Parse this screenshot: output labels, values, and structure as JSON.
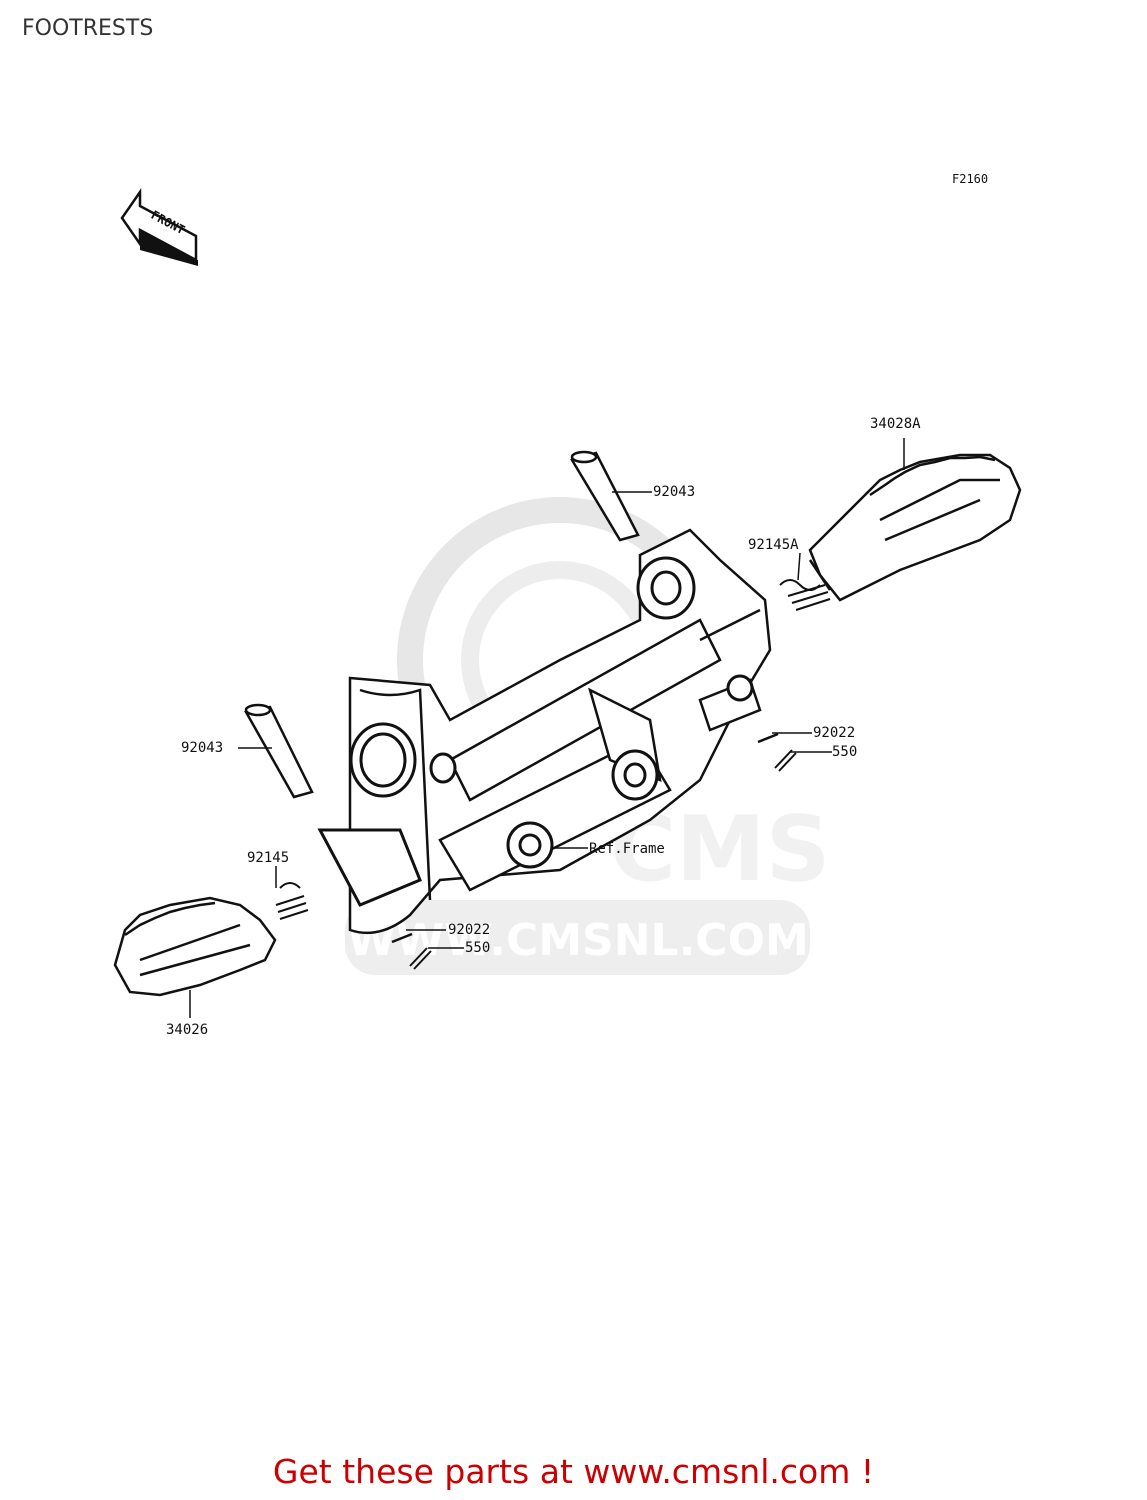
{
  "page": {
    "title": "FOOTRESTS"
  },
  "diagram": {
    "figure_code": "F2160",
    "front_indicator": "FRONT",
    "watermark": "WWW.CMSNL.COM",
    "labels": [
      {
        "id": "pin-right",
        "text": "92043"
      },
      {
        "id": "footrest-right",
        "text": "34028A"
      },
      {
        "id": "spring-right",
        "text": "92145A"
      },
      {
        "id": "cotter-right",
        "text": "92022"
      },
      {
        "id": "washer-right",
        "text": "550"
      },
      {
        "id": "pin-left",
        "text": "92043"
      },
      {
        "id": "spring-left",
        "text": "92145"
      },
      {
        "id": "frame-ref",
        "text": "Ref.Frame"
      },
      {
        "id": "cotter-left",
        "text": "92022"
      },
      {
        "id": "washer-left",
        "text": "550"
      },
      {
        "id": "footrest-left",
        "text": "34026"
      }
    ]
  },
  "footer": {
    "cta_text": "Get these parts at www.cmsnl.com !",
    "cta_color": "#cc0000"
  }
}
